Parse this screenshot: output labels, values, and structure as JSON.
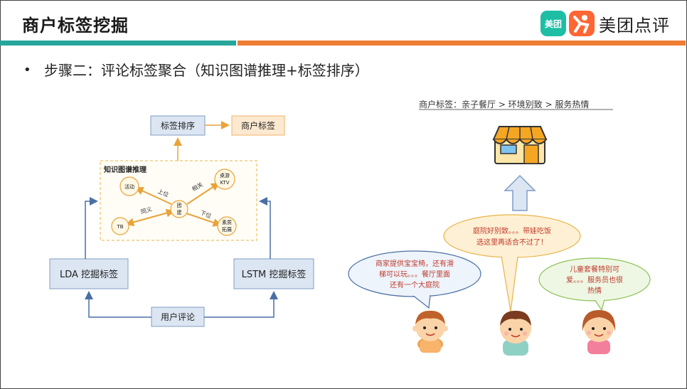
{
  "header": {
    "title": "商户标签挖掘",
    "logo": {
      "app_badge": "美团",
      "brand": "美团点评"
    },
    "colors": {
      "teal": "#26a69a",
      "orange": "#ef7d33"
    }
  },
  "bullet": "步骤二：评论标签聚合（知识图谱推理+标签排序）",
  "flow": {
    "sort_box": "标签排序",
    "merchant_tag_box": "商户标签",
    "lda_box": "LDA 挖掘标签",
    "lstm_box": "LSTM 挖掘标签",
    "review_box": "用户评论",
    "kg": {
      "title": "知识图谱推理",
      "nodes": {
        "activity": "活动",
        "boardgame": "桌游\nKTV",
        "center": "团\n建",
        "tb": "TB",
        "outdoor": "素质\n拓展"
      },
      "edges": {
        "up": "上位",
        "related": "相关",
        "synonym": "同义",
        "down": "下位"
      }
    }
  },
  "right": {
    "tag_line": "商户标签：亲子餐厅 > 环境别致 > 服务热情",
    "bubble_left": "商家提供宝宝椅，还有滑\n梯可以玩。。。餐厅里面\n还有一个大庭院",
    "bubble_mid": "庭院好别致。。。带娃吃饭\n选这里再适合不过了！",
    "bubble_right": "儿童套餐特别可\n爱。。。服务员也很\n热情"
  }
}
